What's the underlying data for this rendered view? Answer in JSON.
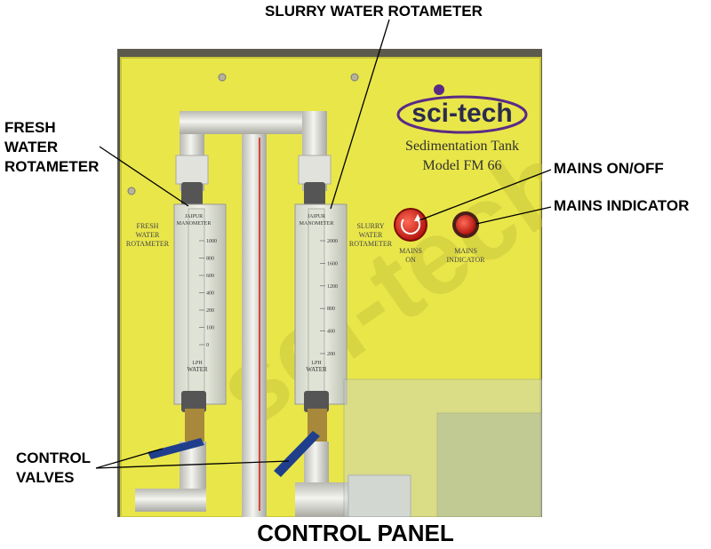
{
  "callouts": {
    "slurry_rotameter": "SLURRY WATER ROTAMETER",
    "fresh_rotameter": "FRESH\nWATER\nROTAMETER",
    "mains_on_off": "MAINS ON/OFF",
    "mains_indicator": "MAINS INDICATOR",
    "control_valves": "CONTROL\nVALVES"
  },
  "caption": "CONTROL PANEL",
  "panel": {
    "brand": "sci-tech",
    "product_name": "Sedimentation Tank",
    "model": "Model FM 66",
    "fresh_label": [
      "FRESH",
      "WATER",
      "ROTAMETER"
    ],
    "slurry_label": [
      "SLURRY",
      "WATER",
      "ROTAMETER"
    ],
    "mains_on_label": [
      "MAINS",
      "ON"
    ],
    "mains_indicator_label": [
      "MAINS",
      "INDICATOR"
    ],
    "watermark": "sci-tech"
  },
  "fresh_meter": {
    "header": [
      "JAIPUR",
      "MANOMETER"
    ],
    "scale": [
      "1000",
      "800",
      "600",
      "400",
      "200",
      "100",
      "0"
    ],
    "unit": "LPH",
    "fluid": "WATER"
  },
  "slurry_meter": {
    "header": [
      "JAIPUR",
      "MANOMETER"
    ],
    "scale": [
      "2000",
      "1600",
      "1200",
      "800",
      "400",
      "200"
    ],
    "unit": "LPH",
    "fluid": "WATER"
  },
  "colors": {
    "panel": "#e9e64a",
    "pipe": "#e8e8e4",
    "valve_handle": "#1f3f8c",
    "button_red": "#d8251d",
    "brand_purple": "#5a2a86"
  }
}
